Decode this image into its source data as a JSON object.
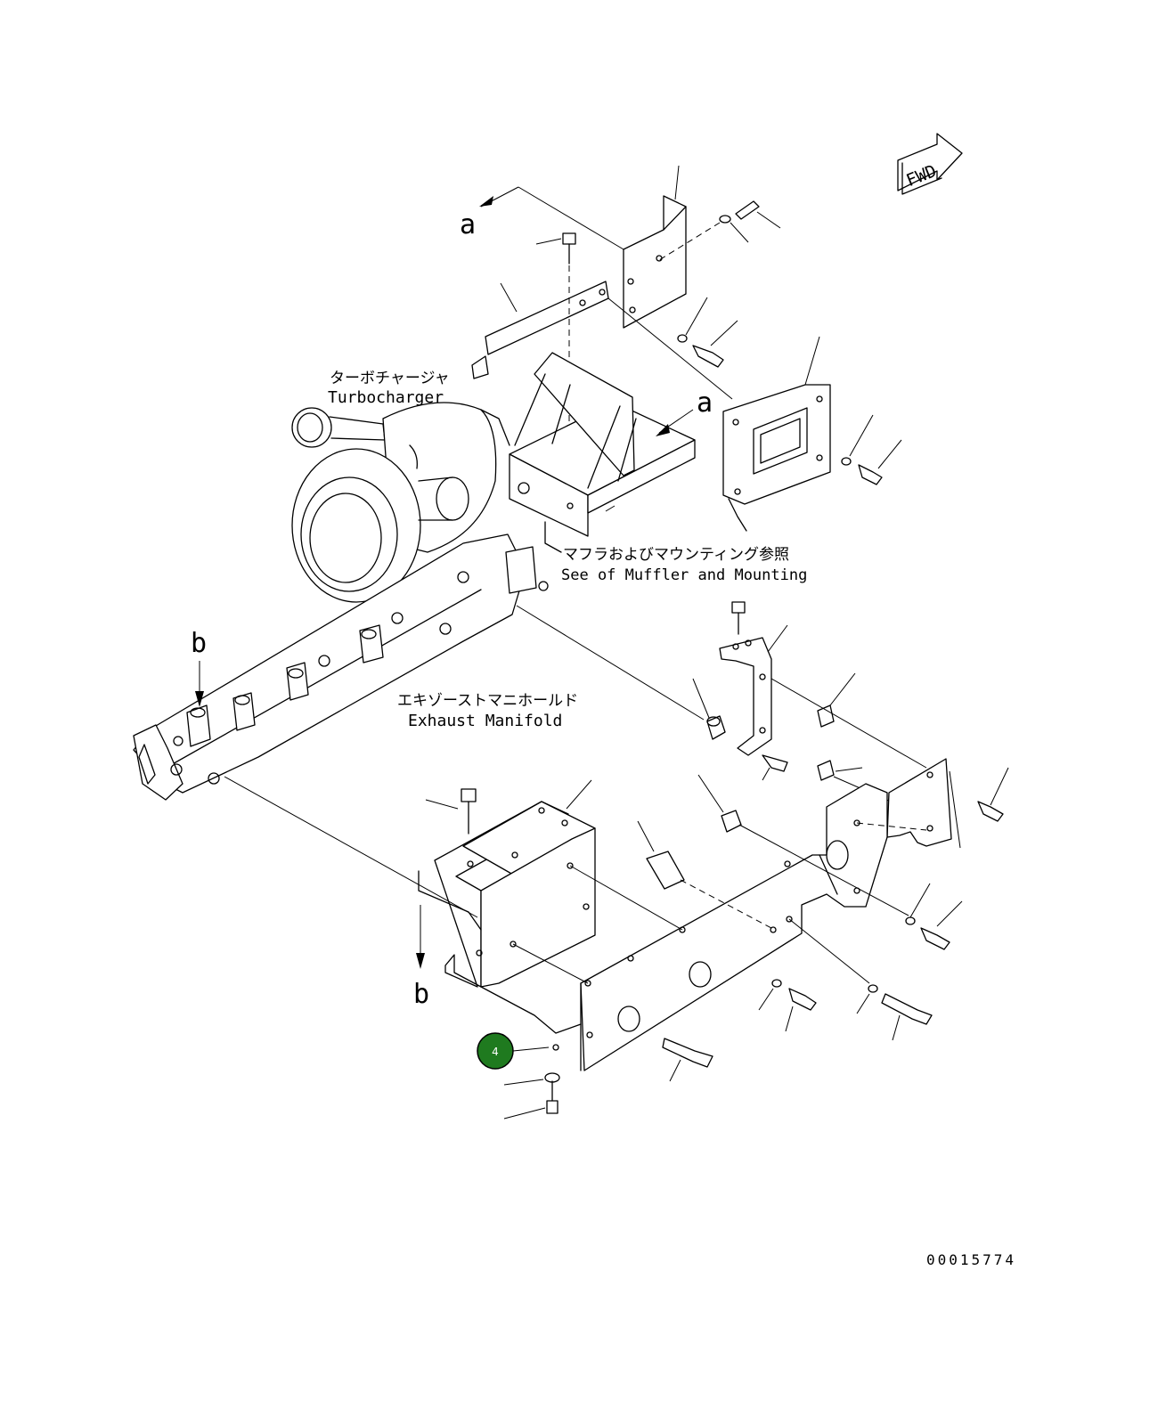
{
  "labels": {
    "turbocharger_jp": "ターボチャージャ",
    "turbocharger_en": "Turbocharger",
    "muffler_jp": "マフラおよびマウンティング参照",
    "muffler_en": "See of Muffler and Mounting",
    "manifold_jp": "エキゾーストマニホールド",
    "manifold_en": "Exhaust Manifold",
    "fwd": "FWD",
    "ref_a": "a",
    "ref_b": "b"
  },
  "callout": {
    "number": "4",
    "color": "#1f7a1f"
  },
  "drawing_number": "00015774"
}
